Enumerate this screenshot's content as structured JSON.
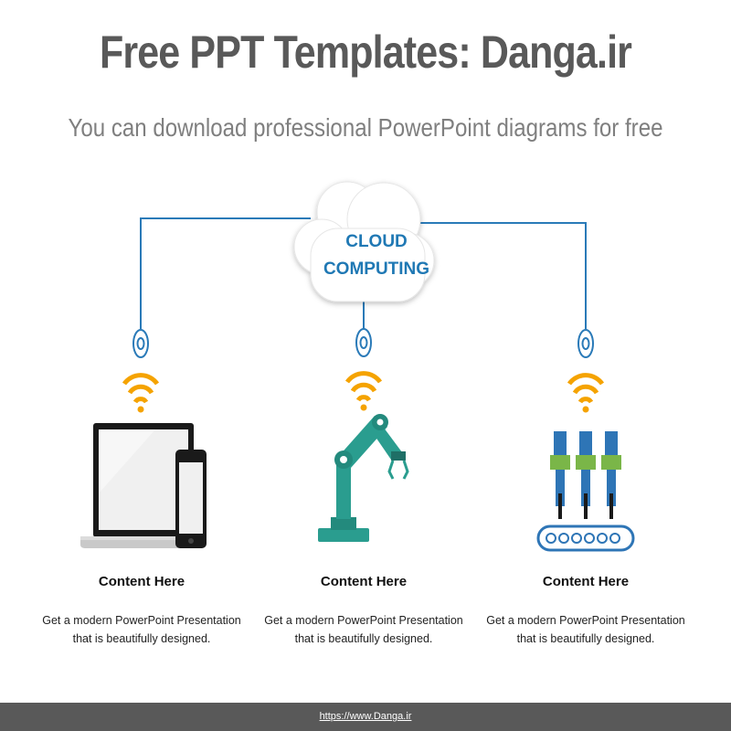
{
  "header": {
    "title": "Free PPT Templates: Danga.ir",
    "subtitle": "You can download professional PowerPoint diagrams for free"
  },
  "cloud": {
    "line1": "CLOUD",
    "line2": "COMPUTING"
  },
  "columns": [
    {
      "icon": "laptop-phone-icon",
      "heading": "Content  Here",
      "desc_line1": "Get a modern PowerPoint  Presentation",
      "desc_line2": "that is beautifully designed."
    },
    {
      "icon": "robot-arm-icon",
      "heading": "Content  Here",
      "desc_line1": "Get a modern PowerPoint  Presentation",
      "desc_line2": "that is beautifully designed."
    },
    {
      "icon": "conveyor-machine-icon",
      "heading": "Content  Here",
      "desc_line1": "Get a modern PowerPoint  Presentation",
      "desc_line2": "that is beautifully designed."
    }
  ],
  "footer": {
    "link": "https://www.Danga.ir"
  },
  "colors": {
    "connector": "#2a7ab8",
    "cloud_text": "#1f78b4",
    "wifi": "#f5a300",
    "robot": "#2a9d8f",
    "title": "#595959",
    "footer_bg": "#595959"
  }
}
